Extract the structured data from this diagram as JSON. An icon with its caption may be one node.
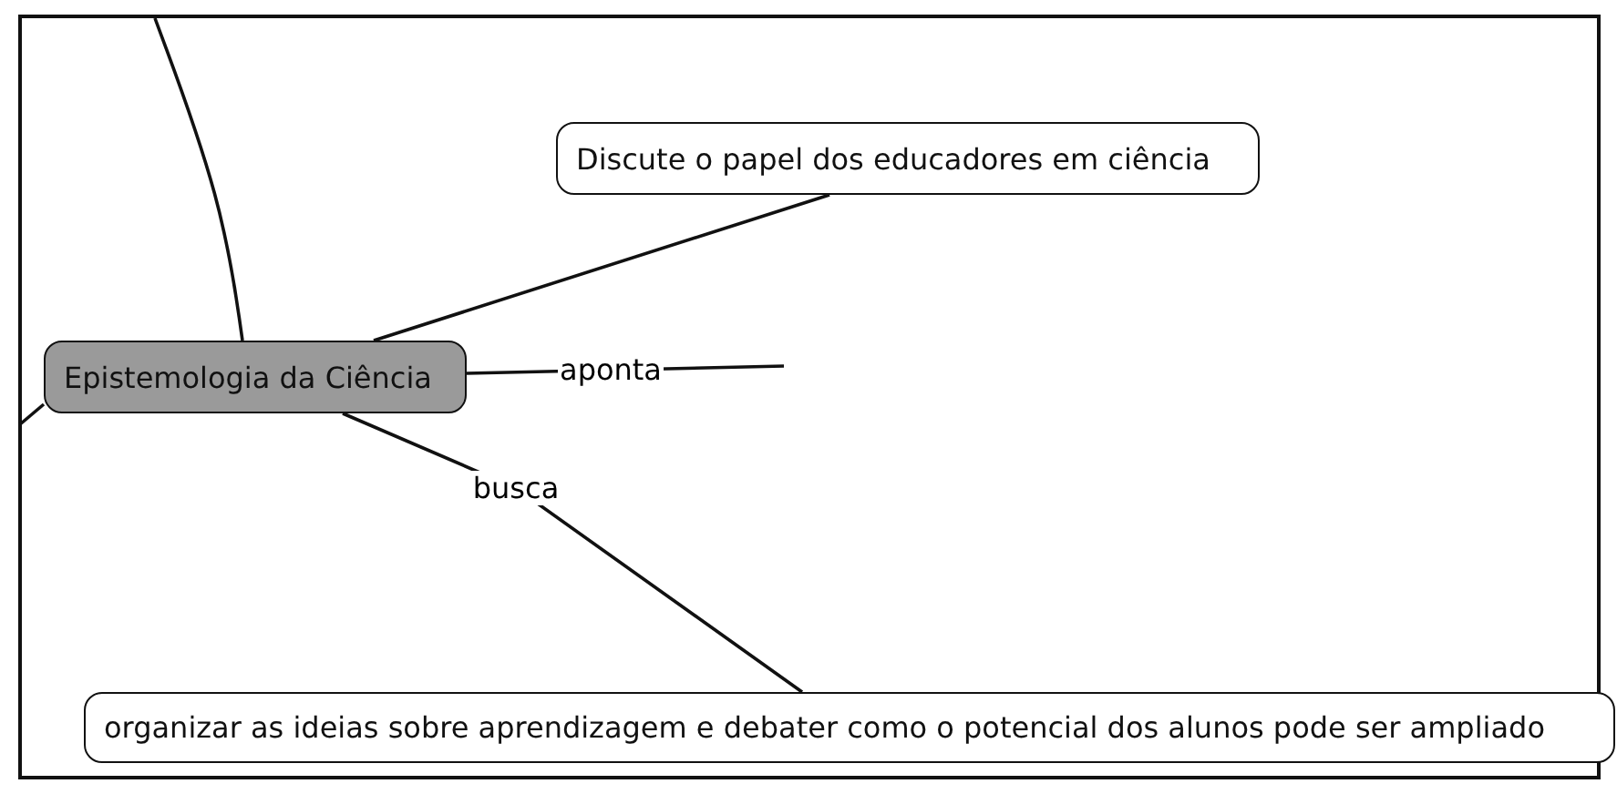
{
  "diagram": {
    "nodes": [
      {
        "text": [
          "Epistemologia da Ciência"
        ]
      },
      {
        "text": [
          "Discute o papel dos educadores em ciência"
        ]
      },
      {
        "text": [
          "organizar as ideias sobre aprendizagem e debater como o potencial dos alunos pode ser ampliado"
        ]
      }
    ],
    "edges": [
      {
        "from": 0,
        "to": null,
        "arrow": "none"
      },
      {
        "from": 0,
        "to": 1,
        "arrow": "none"
      },
      {
        "from": 0,
        "to": null,
        "label": "aponta",
        "arrow": "none"
      },
      {
        "from": 0,
        "to": 2,
        "label": "busca",
        "arrow": "none"
      },
      {
        "from": 0,
        "to": null,
        "arrow": "none"
      }
    ]
  }
}
